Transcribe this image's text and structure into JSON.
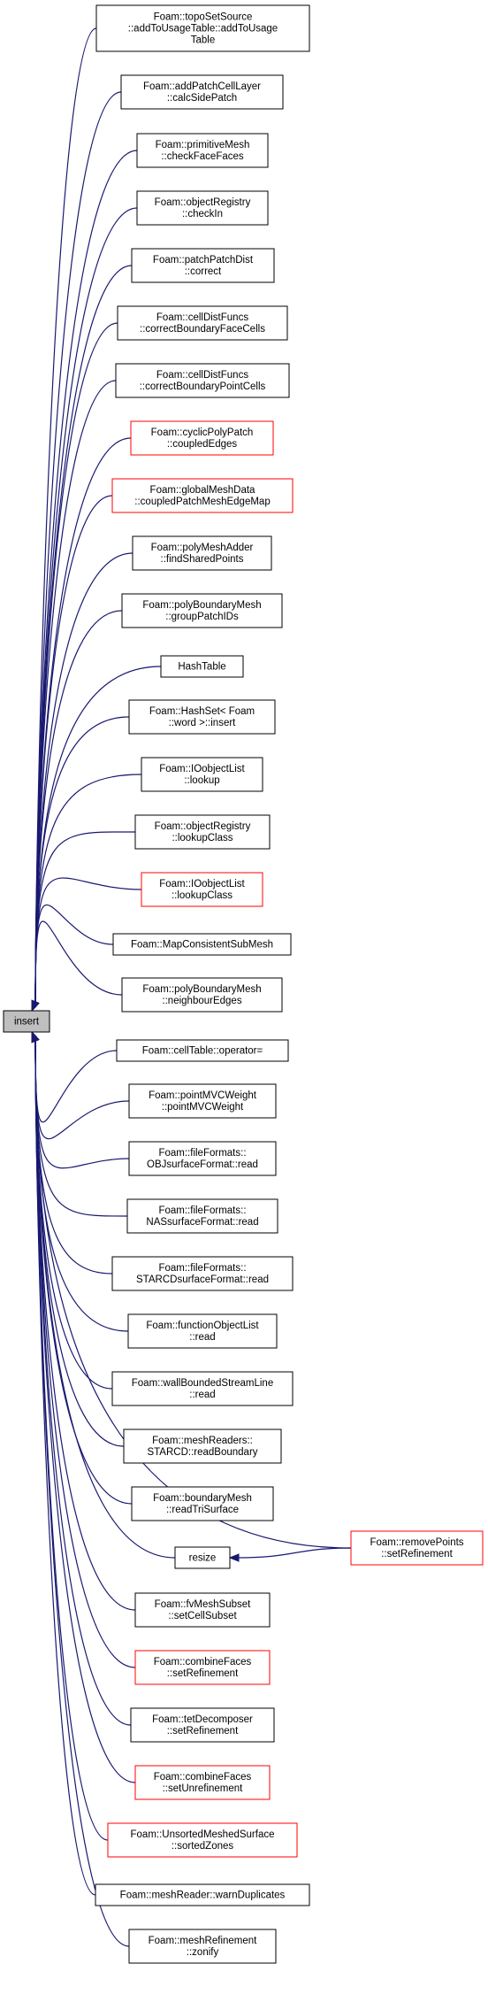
{
  "graph": {
    "center": {
      "id": "insert",
      "lines": [
        "insert"
      ]
    },
    "callers": [
      {
        "id": "n0",
        "lines": [
          "Foam::topoSetSource",
          "::addToUsageTable::addToUsage",
          "Table"
        ],
        "red": false
      },
      {
        "id": "n1",
        "lines": [
          "Foam::addPatchCellLayer",
          "::calcSidePatch"
        ],
        "red": false
      },
      {
        "id": "n2",
        "lines": [
          "Foam::primitiveMesh",
          "::checkFaceFaces"
        ],
        "red": false
      },
      {
        "id": "n3",
        "lines": [
          "Foam::objectRegistry",
          "::checkIn"
        ],
        "red": false
      },
      {
        "id": "n4",
        "lines": [
          "Foam::patchPatchDist",
          "::correct"
        ],
        "red": false
      },
      {
        "id": "n5",
        "lines": [
          "Foam::cellDistFuncs",
          "::correctBoundaryFaceCells"
        ],
        "red": false
      },
      {
        "id": "n6",
        "lines": [
          "Foam::cellDistFuncs",
          "::correctBoundaryPointCells"
        ],
        "red": false
      },
      {
        "id": "n7",
        "lines": [
          "Foam::cyclicPolyPatch",
          "::coupledEdges"
        ],
        "red": true
      },
      {
        "id": "n8",
        "lines": [
          "Foam::globalMeshData",
          "::coupledPatchMeshEdgeMap"
        ],
        "red": true
      },
      {
        "id": "n9",
        "lines": [
          "Foam::polyMeshAdder",
          "::findSharedPoints"
        ],
        "red": false
      },
      {
        "id": "n10",
        "lines": [
          "Foam::polyBoundaryMesh",
          "::groupPatchIDs"
        ],
        "red": false
      },
      {
        "id": "n11",
        "lines": [
          "HashTable"
        ],
        "red": false
      },
      {
        "id": "n12",
        "lines": [
          "Foam::HashSet< Foam",
          "::word >::insert"
        ],
        "red": false
      },
      {
        "id": "n13",
        "lines": [
          "Foam::IOobjectList",
          "::lookup"
        ],
        "red": false
      },
      {
        "id": "n14",
        "lines": [
          "Foam::objectRegistry",
          "::lookupClass"
        ],
        "red": false
      },
      {
        "id": "n15",
        "lines": [
          "Foam::IOobjectList",
          "::lookupClass"
        ],
        "red": true
      },
      {
        "id": "n16",
        "lines": [
          "Foam::MapConsistentSubMesh"
        ],
        "red": false
      },
      {
        "id": "n17",
        "lines": [
          "Foam::polyBoundaryMesh",
          "::neighbourEdges"
        ],
        "red": false
      },
      {
        "id": "n18",
        "lines": [
          "Foam::cellTable::operator="
        ],
        "red": false
      },
      {
        "id": "n19",
        "lines": [
          "Foam::pointMVCWeight",
          "::pointMVCWeight"
        ],
        "red": false
      },
      {
        "id": "n20",
        "lines": [
          "Foam::fileFormats::",
          "OBJsurfaceFormat::read"
        ],
        "red": false
      },
      {
        "id": "n21",
        "lines": [
          "Foam::fileFormats::",
          "NASsurfaceFormat::read"
        ],
        "red": false
      },
      {
        "id": "n22",
        "lines": [
          "Foam::fileFormats::",
          "STARCDsurfaceFormat::read"
        ],
        "red": false
      },
      {
        "id": "n23",
        "lines": [
          "Foam::functionObjectList",
          "::read"
        ],
        "red": false
      },
      {
        "id": "n24",
        "lines": [
          "Foam::wallBoundedStreamLine",
          "::read"
        ],
        "red": false
      },
      {
        "id": "n25",
        "lines": [
          "Foam::meshReaders::",
          "STARCD::readBoundary"
        ],
        "red": false
      },
      {
        "id": "n26",
        "lines": [
          "Foam::boundaryMesh",
          "::readTriSurface"
        ],
        "red": false
      },
      {
        "id": "n27",
        "lines": [
          "resize"
        ],
        "red": false
      },
      {
        "id": "n28",
        "lines": [
          "Foam::removePoints",
          "::setRefinement"
        ],
        "red": true
      },
      {
        "id": "n29",
        "lines": [
          "Foam::fvMeshSubset",
          "::setCellSubset"
        ],
        "red": false
      },
      {
        "id": "n30",
        "lines": [
          "Foam::combineFaces",
          "::setRefinement"
        ],
        "red": true
      },
      {
        "id": "n31",
        "lines": [
          "Foam::tetDecomposer",
          "::setRefinement"
        ],
        "red": false
      },
      {
        "id": "n32",
        "lines": [
          "Foam::combineFaces",
          "::setUnrefinement"
        ],
        "red": true
      },
      {
        "id": "n33",
        "lines": [
          "Foam::UnsortedMeshedSurface",
          "::sortedZones"
        ],
        "red": true
      },
      {
        "id": "n34",
        "lines": [
          "Foam::meshReader::warnDuplicates"
        ],
        "red": false
      },
      {
        "id": "n35",
        "lines": [
          "Foam::meshRefinement",
          "::zonify"
        ],
        "red": false
      }
    ],
    "edges": [
      [
        "n0",
        "insert"
      ],
      [
        "n1",
        "insert"
      ],
      [
        "n2",
        "insert"
      ],
      [
        "n3",
        "insert"
      ],
      [
        "n4",
        "insert"
      ],
      [
        "n5",
        "insert"
      ],
      [
        "n6",
        "insert"
      ],
      [
        "n7",
        "insert"
      ],
      [
        "n8",
        "insert"
      ],
      [
        "n9",
        "insert"
      ],
      [
        "n10",
        "insert"
      ],
      [
        "n11",
        "insert"
      ],
      [
        "n12",
        "insert"
      ],
      [
        "n13",
        "insert"
      ],
      [
        "n14",
        "insert"
      ],
      [
        "n15",
        "insert"
      ],
      [
        "n16",
        "insert"
      ],
      [
        "n17",
        "insert"
      ],
      [
        "n18",
        "insert"
      ],
      [
        "n19",
        "insert"
      ],
      [
        "n20",
        "insert"
      ],
      [
        "n21",
        "insert"
      ],
      [
        "n22",
        "insert"
      ],
      [
        "n23",
        "insert"
      ],
      [
        "n24",
        "insert"
      ],
      [
        "n25",
        "insert"
      ],
      [
        "n26",
        "insert"
      ],
      [
        "n27",
        "insert"
      ],
      [
        "n28",
        "insert"
      ],
      [
        "n29",
        "insert"
      ],
      [
        "n30",
        "insert"
      ],
      [
        "n31",
        "insert"
      ],
      [
        "n32",
        "insert"
      ],
      [
        "n33",
        "insert"
      ],
      [
        "n34",
        "insert"
      ],
      [
        "n35",
        "insert"
      ],
      [
        "n28",
        "n27"
      ]
    ],
    "colors": {
      "edge": "#191970",
      "normal_border": "#000000",
      "red_border": "#ff0000",
      "center_fill": "#bfbfbf"
    }
  }
}
